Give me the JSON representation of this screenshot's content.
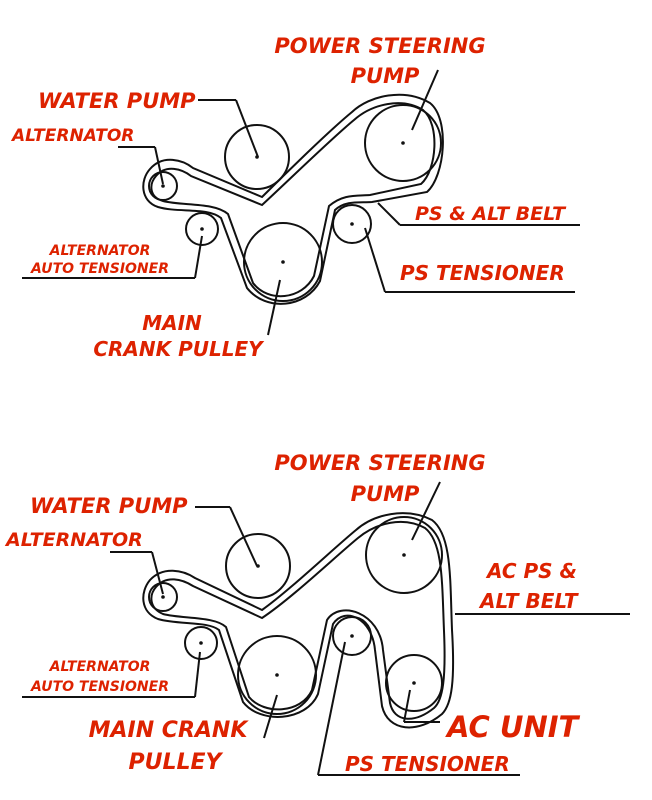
{
  "colors": {
    "label": "#dd2200",
    "line": "#111111",
    "background": "#ffffff"
  },
  "top": {
    "power_steering_line1": "POWER STEERING",
    "power_steering_line2": "PUMP",
    "water_pump": "WATER PUMP",
    "alternator": "ALTERNATOR",
    "belt": "PS & ALT BELT",
    "alt_tensioner_line1": "ALTERNATOR",
    "alt_tensioner_line2": "AUTO TENSIONER",
    "ps_tensioner": "PS TENSIONER",
    "crank_line1": "MAIN",
    "crank_line2": "CRANK PULLEY"
  },
  "bottom": {
    "power_steering_line1": "POWER STEERING",
    "power_steering_line2": "PUMP",
    "water_pump": "WATER PUMP",
    "alternator": "ALTERNATOR",
    "belt_line1": "AC PS &",
    "belt_line2": "ALT BELT",
    "alt_tensioner_line1": "ALTERNATOR",
    "alt_tensioner_line2": "AUTO TENSIONER",
    "crank_line1": "MAIN CRANK",
    "crank_line2": "PULLEY",
    "ac_unit": "AC UNIT",
    "ps_tensioner": "PS TENSIONER"
  }
}
